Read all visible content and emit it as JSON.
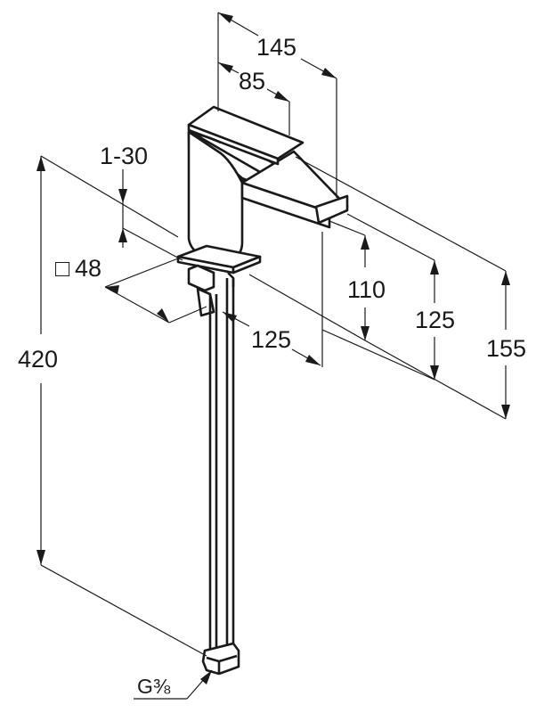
{
  "dimensions": {
    "overall_reach": "145",
    "lever_length": "85",
    "thickness_range": "1-30",
    "base_size": "48",
    "total_height": "420",
    "spout_projection": "125",
    "spout_height": "110",
    "lever_low_height": "125",
    "lever_top_height": "155",
    "connection_thread": "G"
  },
  "symbols": {
    "square_symbol": "□",
    "fraction_symbol": "⅜"
  },
  "colors": {
    "line": "#1a1a1a",
    "background": "#ffffff"
  }
}
